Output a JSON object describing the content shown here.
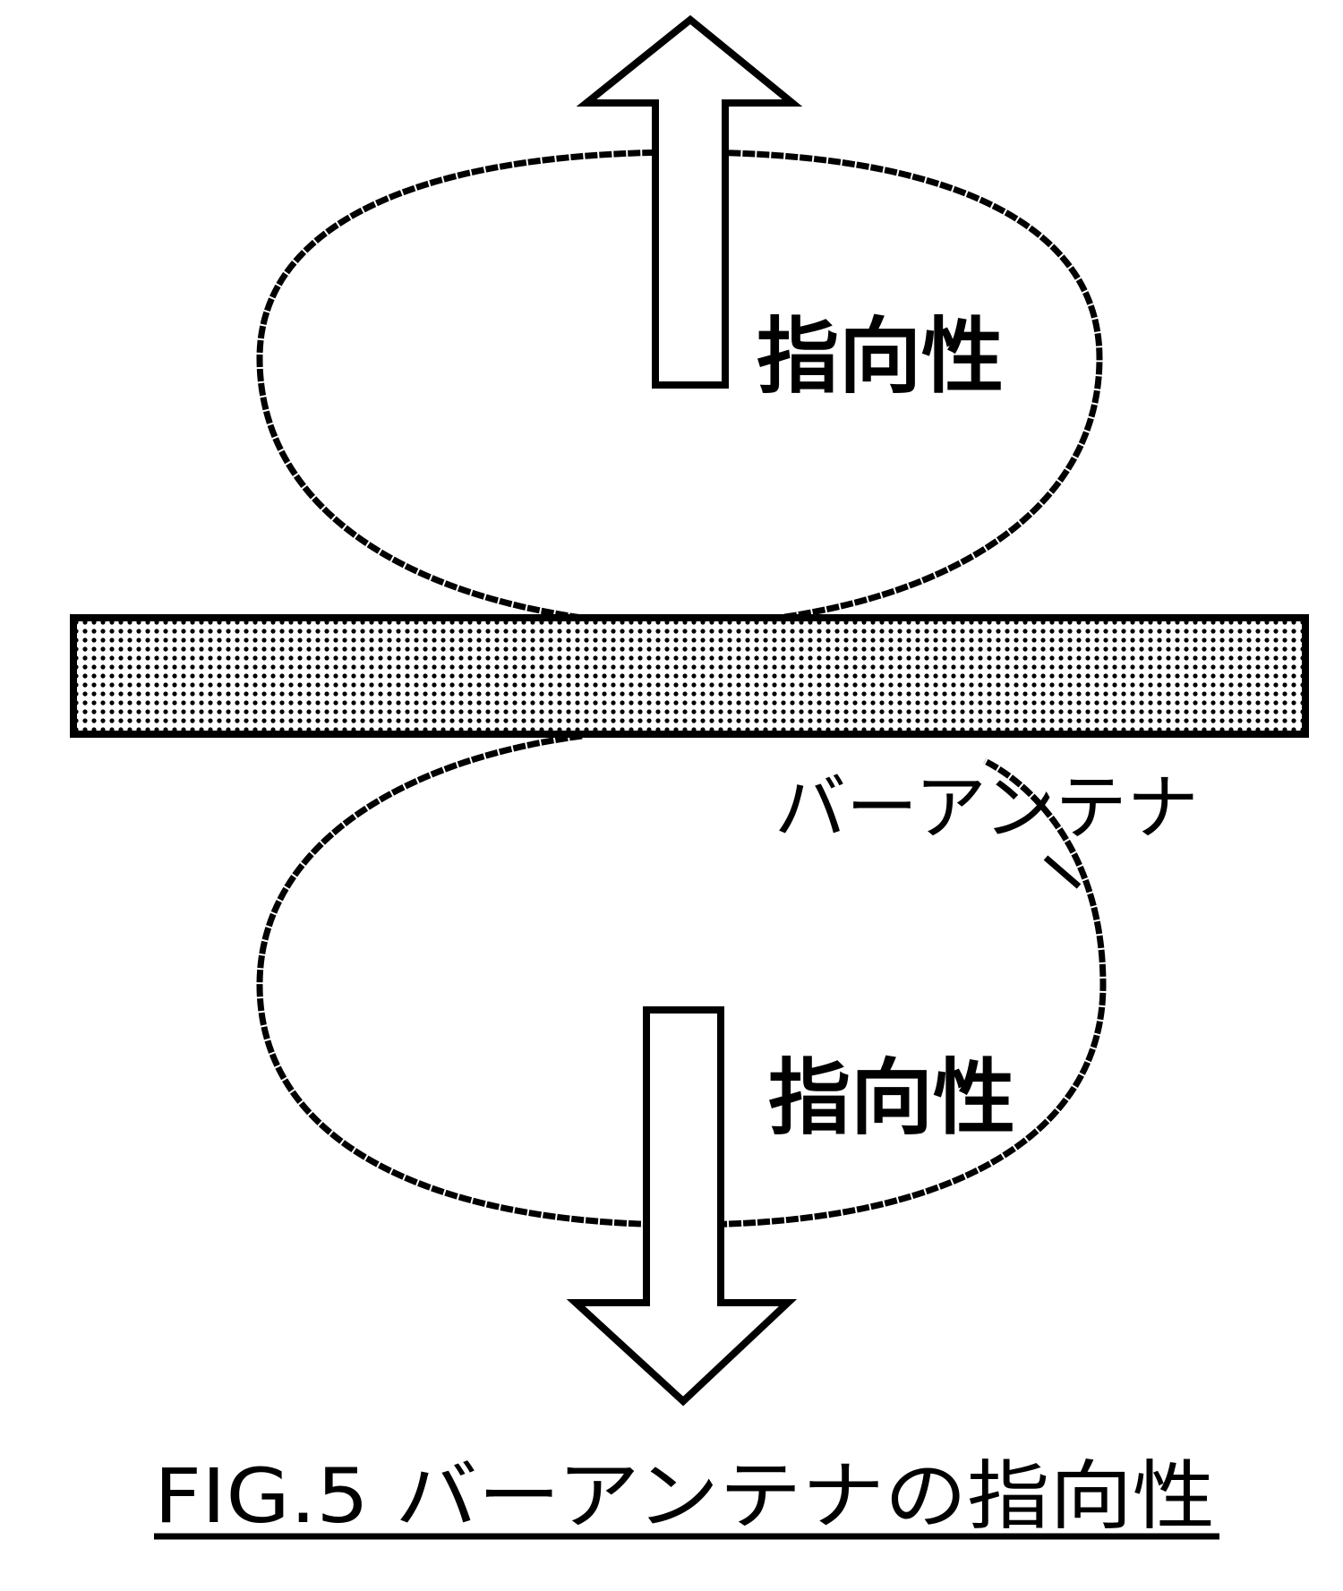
{
  "labels": {
    "upper_lobe": "指向性",
    "lower_lobe": "指向性",
    "antenna": "バーアンテナ"
  },
  "caption": "FIG.5 バーアンテナの指向性",
  "colors": {
    "line": "#000000",
    "background": "#ffffff",
    "antenna_dots": "#000000"
  }
}
